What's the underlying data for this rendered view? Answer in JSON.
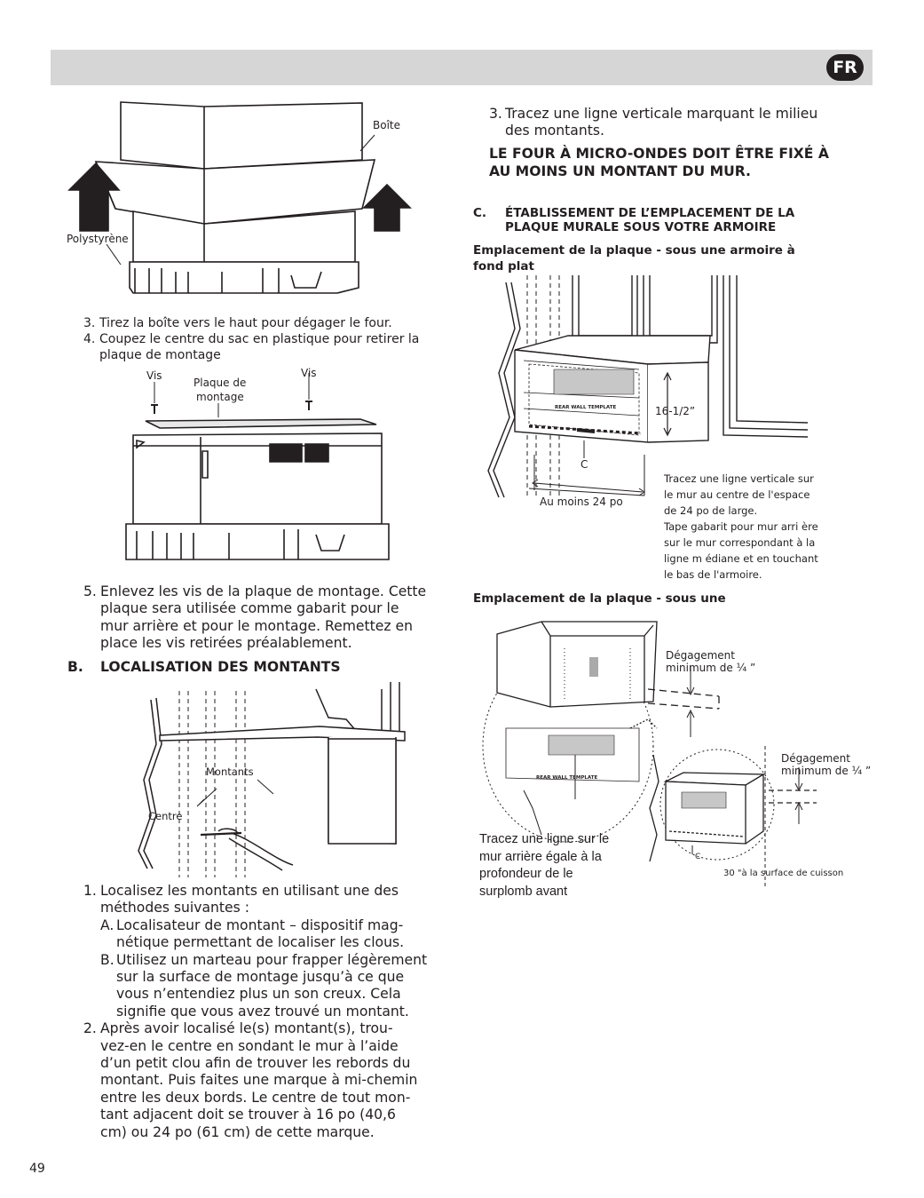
{
  "header": {
    "lang_badge": "FR"
  },
  "page_number": "49",
  "figure_box": {
    "label_box": "Boîte",
    "label_foam": "Polystyrène"
  },
  "steps_top": [
    {
      "num": "3.",
      "text": "Tirez la boîte vers le haut pour dégager le four."
    },
    {
      "num": "4.",
      "line1": "Coupez le centre du sac en plastique pour retirer la",
      "line2": "plaque de montage"
    }
  ],
  "figure_plate": {
    "label_screw_left": "Vis",
    "label_plate_line1": "Plaque de",
    "label_plate_line2": "montage",
    "label_screw_right": "Vis"
  },
  "step5": {
    "num": "5.",
    "lines": [
      "Enlevez les vis de la plaque de montage. Cette",
      "plaque sera utilisée comme gabarit pour le",
      "mur arrière et pour le montage. Remettez en",
      "place les vis retirées préalablement."
    ]
  },
  "section_b": {
    "letter": "B.",
    "title": "LOCALISATION DES MONTANTS"
  },
  "figure_studs": {
    "label_studs": "Montants",
    "label_center": "Centre"
  },
  "stud_steps": {
    "step1_num": "1.",
    "step1_line1": "Localisez les montants en utilisant une des",
    "step1_line2": "méthodes suivantes :",
    "sub_a_letter": "A.",
    "sub_a_line1": "Localisateur de montant – dispositif mag-",
    "sub_a_line2": "nétique permettant de localiser les clous.",
    "sub_b_letter": "B.",
    "sub_b_lines": [
      "Utilisez un marteau pour frapper légèrement",
      "sur la surface de montage jusqu’à ce que",
      "vous n’entendiez plus un son creux. Cela",
      "signifie que vous avez trouvé un montant."
    ],
    "step2_num": "2.",
    "step2_lines": [
      "Après avoir localisé le(s) montant(s), trou-",
      "vez-en le centre en sondant le mur à l’aide",
      "d’un petit clou afin de trouver les rebords du",
      "montant. Puis faites une marque à mi-chemin",
      "entre les deux bords. Le centre de tout mon-",
      "tant adjacent doit se trouver à 16 po (40,6",
      "cm) ou 24 po (61 cm) de cette marque."
    ]
  },
  "right_step3": {
    "num": "3.",
    "line1": "Tracez une ligne verticale marquant le milieu",
    "line2": "des montants.",
    "warning_line1": "LE FOUR À MICRO-ONDES DOIT ÊTRE FIXÉ À",
    "warning_line2": "AU MOINS UN MONTANT DU MUR."
  },
  "section_c": {
    "letter": "C.",
    "title_line1": "ÉTABLISSEMENT DE L’EMPLACEMENT DE LA",
    "title_line2": "PLAQUE MURALE SOUS VOTRE ARMOIRE"
  },
  "sub_flat": {
    "line1": "Emplacement de la plaque - sous une armoire à",
    "line2": "fond plat"
  },
  "figure_flat": {
    "dim_height": "16-1/2”",
    "dim_width": "Au moins 24 po",
    "center_mark": "C",
    "template_text": "REAR WALL TEMPLATE",
    "note_lines": [
      "Tracez une ligne verticale sur",
      "le mur au centre de l'espace",
      "de 24 po de large.",
      "Tape gabarit pour mur arri ère",
      "sur le mur correspondant à la",
      "ligne m édiane et en touchant",
      "le bas de l'armoire."
    ]
  },
  "sub_under": {
    "text": "Emplacement de la plaque - sous une"
  },
  "figure_under": {
    "clearance1_line1": "Dégagement",
    "clearance1_line2": "minimum de ¼ ”",
    "clearance2_line1": "Dégagement",
    "clearance2_line2": "minimum de ¼ ”",
    "template_text": "REAR WALL TEMPLATE",
    "center_mark": "C",
    "cooktop_note": "30 \"à la surface de cuisson",
    "hand_lines": [
      "Tracez une ligne sur le",
      "mur arrière égale à la",
      "profondeur de le",
      "surplomb avant"
    ]
  }
}
